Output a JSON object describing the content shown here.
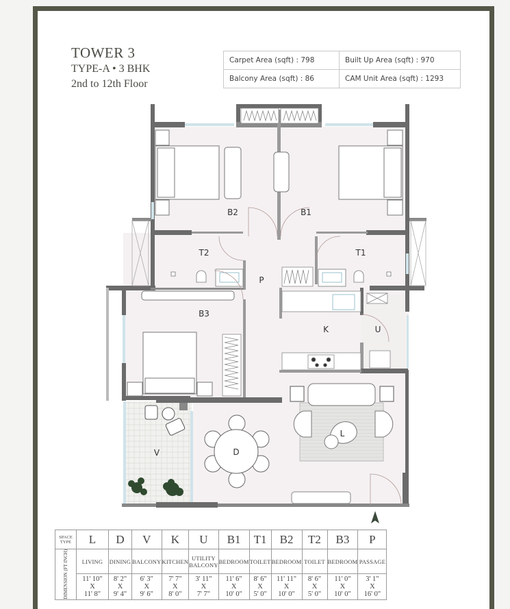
{
  "header": {
    "tower": "TOWER 3",
    "type": "TYPE-A • 3 BHK",
    "floors": "2nd to 12th Floor"
  },
  "areas": {
    "carpet": "Carpet Area (sqft) : 798",
    "built_up": "Built Up Area (sqft) : 970",
    "balcony": "Balcony Area (sqft) : 86",
    "cam": "CAM Unit Area (sqft) : 1293"
  },
  "plan": {
    "rooms": {
      "B2": "B2",
      "B1": "B1",
      "T2": "T2",
      "T1": "T1",
      "P": "P",
      "B3": "B3",
      "K": "K",
      "U": "U",
      "V": "V",
      "D": "D",
      "L": "L"
    },
    "colors": {
      "wall": "#6b6b6b",
      "floor": "#f5f1f2",
      "frame": "#555848",
      "window": "#cfe3ea",
      "plant": "#2f4a2f"
    },
    "north_icon": "north-arrow-icon"
  },
  "dimension_table": {
    "row_headers": {
      "space_type": "SPACE TYPE",
      "dimension": "DIMENSION (FT INCH)"
    },
    "columns": [
      {
        "code": "L",
        "name": "LIVING",
        "w": "11' 10\"",
        "x": "X",
        "l": "11' 8\""
      },
      {
        "code": "D",
        "name": "DINING",
        "w": "8' 2\"",
        "x": "X",
        "l": "9' 4\""
      },
      {
        "code": "V",
        "name": "BALCONY",
        "w": "6' 3\"",
        "x": "X",
        "l": "9' 6\""
      },
      {
        "code": "K",
        "name": "KITCHEN",
        "w": "7' 7\"",
        "x": "X",
        "l": "8' 0\""
      },
      {
        "code": "U",
        "name": "UTILITY BALCONY",
        "w": "3' 11\"",
        "x": "X",
        "l": "7' 7\""
      },
      {
        "code": "B1",
        "name": "BEDROOM",
        "w": "11' 6\"",
        "x": "X",
        "l": "10' 0\""
      },
      {
        "code": "T1",
        "name": "TOILET",
        "w": "8' 6\"",
        "x": "X",
        "l": "5' 0\""
      },
      {
        "code": "B2",
        "name": "BEDROOM",
        "w": "11' 11\"",
        "x": "X",
        "l": "10' 0\""
      },
      {
        "code": "T2",
        "name": "TOILET",
        "w": "8' 6\"",
        "x": "X",
        "l": "5' 0\""
      },
      {
        "code": "B3",
        "name": "BEDROOM",
        "w": "11' 0\"",
        "x": "X",
        "l": "10' 0\""
      },
      {
        "code": "P",
        "name": "PASSAGE",
        "w": "3' 1\"",
        "x": "X",
        "l": "16' 0\""
      }
    ]
  }
}
